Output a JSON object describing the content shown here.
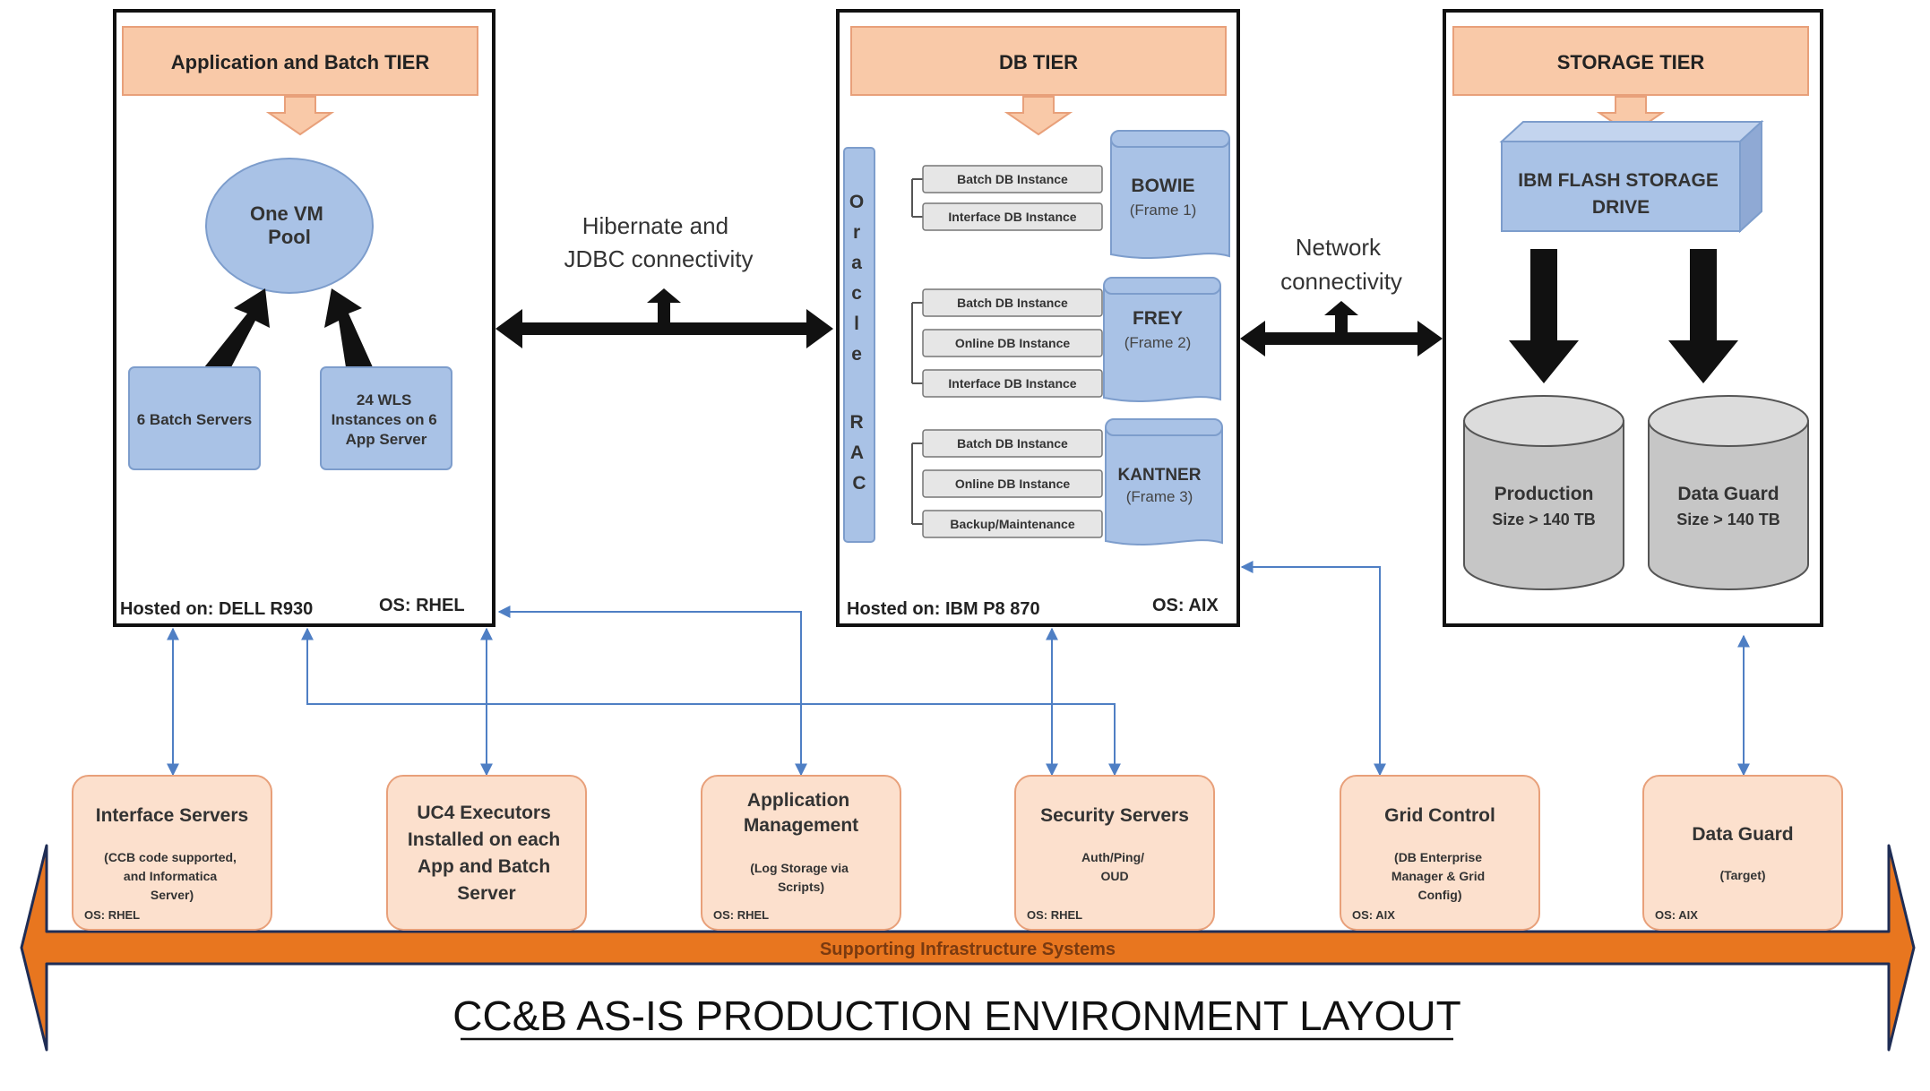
{
  "title": "CC&B AS-IS PRODUCTION ENVIRONMENT LAYOUT",
  "colors": {
    "peach": "#f9c9a8",
    "peach_stroke": "#e8a07a",
    "blue": "#a9c2e6",
    "blue_stroke": "#7d9dcc",
    "connector": "#4f7fc4",
    "orange": "#e8761f",
    "cylinder": "#c6c6c6"
  },
  "app_tier": {
    "title": "Application and Batch TIER",
    "vm_pool": "One VM Pool",
    "batch_servers": "6 Batch Servers",
    "wls_instances": "24 WLS Instances on 6 App Server",
    "hosted": "Hosted on: DELL R930",
    "os": "OS: RHEL"
  },
  "db_tier": {
    "title": "DB TIER",
    "oracle_rac": "Oracle RAC",
    "frames": [
      {
        "name": "BOWIE",
        "sub": "(Frame 1)",
        "instances": [
          "Batch DB Instance",
          "Interface DB Instance"
        ]
      },
      {
        "name": "FREY",
        "sub": "(Frame 2)",
        "instances": [
          "Batch DB Instance",
          "Online DB Instance",
          "Interface DB Instance"
        ]
      },
      {
        "name": "KANTNER",
        "sub": "(Frame 3)",
        "instances": [
          "Batch DB Instance",
          "Online DB Instance",
          "Backup/Maintenance"
        ]
      }
    ],
    "hosted": "Hosted on: IBM P8 870",
    "os": "OS: AIX"
  },
  "storage_tier": {
    "title": "STORAGE TIER",
    "drive": "IBM FLASH STORAGE DRIVE",
    "production": {
      "name": "Production",
      "size": "Size > 140 TB"
    },
    "dataguard": {
      "name": "Data Guard",
      "size": "Size > 140 TB"
    }
  },
  "connections": {
    "hibernate": "Hibernate and JDBC connectivity",
    "network": "Network connectivity"
  },
  "support_label": "Supporting Infrastructure Systems",
  "supports": [
    {
      "title": "Interface Servers",
      "desc": "(CCB code supported, and Informatica Server)",
      "os": "OS: RHEL"
    },
    {
      "title": "UC4 Executors Installed on each App and Batch Server",
      "desc": "",
      "os": ""
    },
    {
      "title": "Application Management",
      "desc": "(Log Storage via Scripts)",
      "os": "OS: RHEL"
    },
    {
      "title": "Security Servers",
      "desc": "Auth/Ping/ OUD",
      "os": "OS: RHEL"
    },
    {
      "title": "Grid Control",
      "desc": "(DB Enterprise Manager & Grid Config)",
      "os": "OS: AIX"
    },
    {
      "title": "Data Guard",
      "desc": "(Target)",
      "os": "OS: AIX"
    }
  ]
}
